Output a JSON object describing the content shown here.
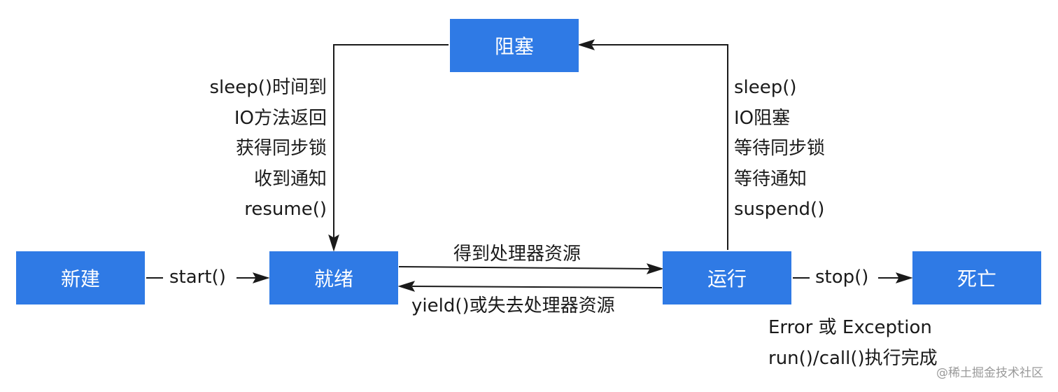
{
  "colors": {
    "node_fill": "#2f7ae5",
    "node_text": "#ffffff",
    "edge": "#1a1a1a",
    "text": "#1a1a1a",
    "watermark": "#9a9a9a"
  },
  "nodes": {
    "new": "新建",
    "ready": "就绪",
    "running": "运行",
    "blocked": "阻塞",
    "dead": "死亡"
  },
  "edges": {
    "start": "start()",
    "get_cpu": "得到处理器资源",
    "lose_cpu": "yield()或失去处理器资源",
    "stop": "stop()",
    "to_blocked": [
      "sleep()",
      "IO阻塞",
      "等待同步锁",
      "等待通知",
      "suspend()"
    ],
    "from_blocked": [
      "sleep()时间到",
      "IO方法返回",
      "获得同步锁",
      "收到通知",
      "resume()"
    ],
    "to_dead": [
      "Error 或 Exception",
      "run()/call()执行完成"
    ]
  },
  "watermark": "@稀土掘金技术社区"
}
